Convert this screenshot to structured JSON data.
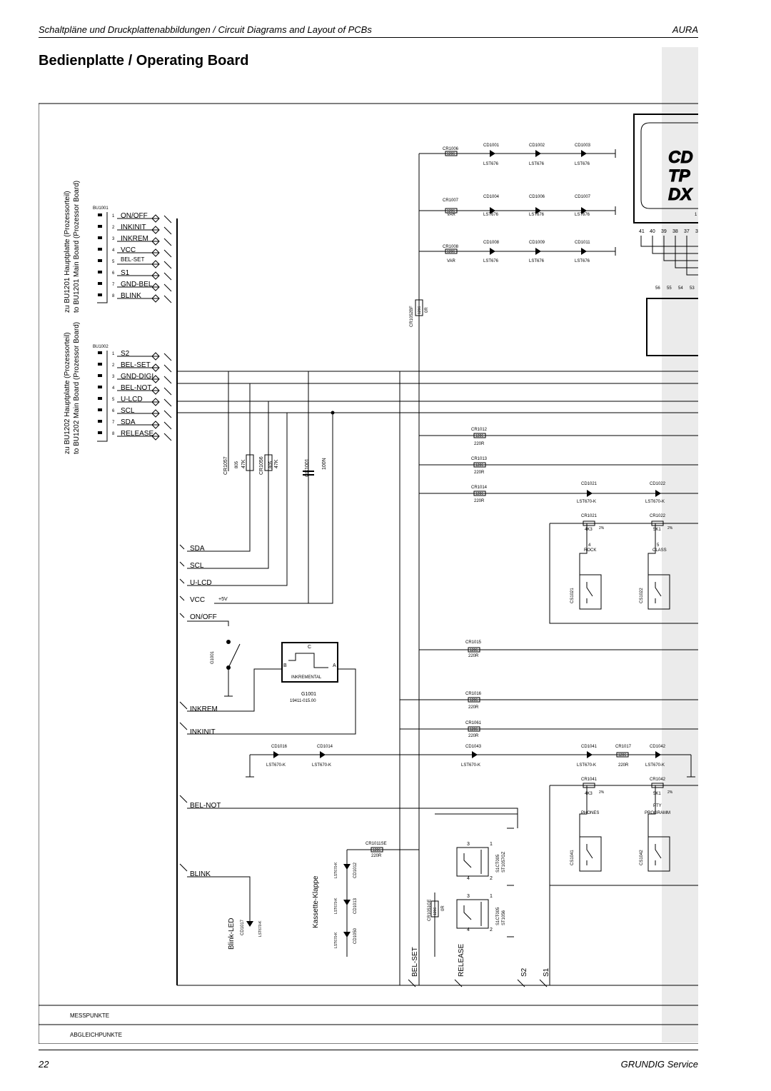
{
  "header": {
    "left": "Schaltpläne und Druckplattenabbildungen / Circuit Diagrams and Layout of PCBs",
    "right": "AURA"
  },
  "title": "Bedienplatte / Operating Board",
  "footer": {
    "page": "22",
    "brand": "GRUNDIG Service"
  },
  "diagram": {
    "bu1001": {
      "ref": "BU1001",
      "side_label_1": "zu BU1201  Hauptplatte (Prozessorteil)",
      "side_label_2": "to BU1201 Main Board (Prozessor Board)",
      "pins": [
        {
          "no": "1",
          "name": "ON/OFF"
        },
        {
          "no": "2",
          "name": "INKINIT"
        },
        {
          "no": "3",
          "name": "INKREM"
        },
        {
          "no": "4",
          "name": "VCC"
        },
        {
          "no": "5",
          "name": "BEL-SET"
        },
        {
          "no": "6",
          "name": "S1"
        },
        {
          "no": "7",
          "name": "GND-BEL"
        },
        {
          "no": "8",
          "name": "BLINK"
        }
      ]
    },
    "bu1002": {
      "ref": "BU1002",
      "side_label_1": "zu BU1202  Hauptplatte (Prozessorteil)",
      "side_label_2": "to BU1202 Main Board (Prozessor Board)",
      "pins": [
        {
          "no": "1",
          "name": "S2"
        },
        {
          "no": "2",
          "name": "BEL-SET"
        },
        {
          "no": "3",
          "name": "GND-DIGI"
        },
        {
          "no": "4",
          "name": "BEL-NOT"
        },
        {
          "no": "5",
          "name": "U-LCD"
        },
        {
          "no": "6",
          "name": "SCL"
        },
        {
          "no": "7",
          "name": "SDA"
        },
        {
          "no": "8",
          "name": "RELEASE"
        }
      ]
    },
    "bus_labels": {
      "sda": "SDA",
      "scl": "SCL",
      "ulcd": "U-LCD",
      "vcc": "VCC",
      "plus5v": "+5V",
      "onoff": "ON/OFF",
      "inkrem": "INKREM",
      "inkinit": "INKINIT",
      "belnot": "BEL-NOT",
      "blink": "BLINK"
    },
    "top_leds": [
      {
        "res": "CR1006",
        "pkg": "1206",
        "val": "",
        "leds": [
          "CD1001",
          "CD1002",
          "CD1003"
        ],
        "type": "LST676"
      },
      {
        "res": "CR1007",
        "pkg": "1206",
        "val": "VAR",
        "leds": [
          "CD1004",
          "CD1006",
          "CD1007"
        ],
        "type": "LST676"
      },
      {
        "res": "CR1008",
        "pkg": "1206",
        "val": "VAR",
        "leds": [
          "CD1008",
          "CD1009",
          "CD1011"
        ],
        "type": "LST676"
      }
    ],
    "cr1052": {
      "ref": "CR1052BF",
      "pkg": "1206",
      "val": "0R"
    },
    "pullups": [
      {
        "ref": "CR1057",
        "pkg": "805",
        "val": "47K"
      },
      {
        "ref": "CR1056",
        "pkg": "805",
        "val": "47K"
      },
      {
        "ref": "CC1001",
        "pkg": "",
        "val": "100N"
      }
    ],
    "mid_res": [
      {
        "ref": "CR1012",
        "pkg": "1206",
        "val": "220R"
      },
      {
        "ref": "CR1013",
        "pkg": "1206",
        "val": "220R"
      },
      {
        "ref": "CR1014",
        "pkg": "1206",
        "val": "220R"
      },
      {
        "ref": "CR1015",
        "pkg": "1206",
        "val": "220R"
      },
      {
        "ref": "CR1016",
        "pkg": "1206",
        "val": "220R"
      },
      {
        "ref": "CR1061",
        "pkg": "1206",
        "val": "220R"
      }
    ],
    "right_leds": [
      {
        "ref": "CD1021",
        "type": "LST670-K"
      },
      {
        "ref": "CD1022",
        "type": "LST670-K"
      },
      {
        "ref": "CD1041",
        "type": "LST670-K"
      },
      {
        "ref": "CD1042",
        "type": "LST670-K"
      },
      {
        "ref": "CD1043",
        "type": "LST670-K"
      },
      {
        "ref": "CD1016",
        "type": "LST670-K"
      },
      {
        "ref": "CD1014",
        "type": "LST670-K"
      }
    ],
    "cr1017": {
      "ref": "CR1017",
      "pkg": "1206",
      "val": "220R"
    },
    "switch_res": [
      {
        "ref": "CR1021",
        "val": "4K3",
        "tol": "2%",
        "key_no": "4",
        "key": "ROCK",
        "sw": "CS1021"
      },
      {
        "ref": "CR1022",
        "val": "5K1",
        "tol": "2%",
        "key_no": "5",
        "key": "CLASS",
        "sw": "CS1022"
      },
      {
        "ref": "CR1041",
        "val": "4K3",
        "tol": "2%",
        "key_no": "",
        "key": "PHONES",
        "sw": "CS1041"
      },
      {
        "ref": "CR1042",
        "val": "5K1",
        "tol": "2%",
        "key_no": "PTY",
        "key": "PROGRAMM",
        "sw": "CS1042"
      }
    ],
    "encoder": {
      "ref": "G1001",
      "part": "19411-015.00",
      "label": "INKREMENTAL",
      "pins": [
        "C",
        "B",
        "A"
      ],
      "sw_ref": "G1001"
    },
    "kassette": {
      "label": "Kassette-Klappe",
      "res": {
        "ref": "CR1011SE",
        "pkg": "1206",
        "val": "220R"
      },
      "leds": [
        "CD1012",
        "CD1013",
        "CD1050"
      ],
      "type": "LST670-K"
    },
    "blink_led": {
      "label": "Blink-LED",
      "ref": "CD1017",
      "type": "LST670-K"
    },
    "cr1051": {
      "ref": "CR1051GE",
      "pkg": "1206",
      "val": "0R"
    },
    "switches": [
      {
        "ref": "S1CT005",
        "part": "ST1057GZ"
      },
      {
        "ref": "S1CT005",
        "part": "ST1056"
      }
    ],
    "bottom_labels": {
      "belset": "BEL-SET",
      "release": "RELEASE",
      "s2": "S2",
      "s1": "S1"
    },
    "display": {
      "logos": [
        "CD",
        "TP",
        "DX"
      ],
      "pin_row": [
        "41",
        "40",
        "39",
        "38",
        "37",
        "3"
      ],
      "ic_pins": [
        "56",
        "55",
        "54",
        "53"
      ],
      "pin1": "1"
    },
    "legend": {
      "messpunkte": "MESSPUNKTE",
      "abgleichpunkte": "ABGLEICHPUNKTE"
    }
  }
}
